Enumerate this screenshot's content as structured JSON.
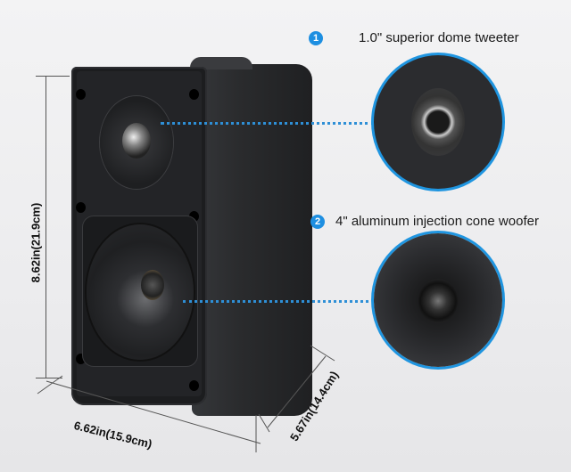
{
  "callouts": [
    {
      "number": "1",
      "label": "1.0\" superior dome tweeter"
    },
    {
      "number": "2",
      "label": "4\" aluminum injection cone woofer"
    }
  ],
  "dimensions": {
    "height": "8.62in(21.9cm)",
    "width": "6.62in(15.9cm)",
    "depth": "5.67in(14.4cm)"
  },
  "colors": {
    "accent": "#1e8fe1",
    "speaker_body": "#2a2b2d"
  }
}
